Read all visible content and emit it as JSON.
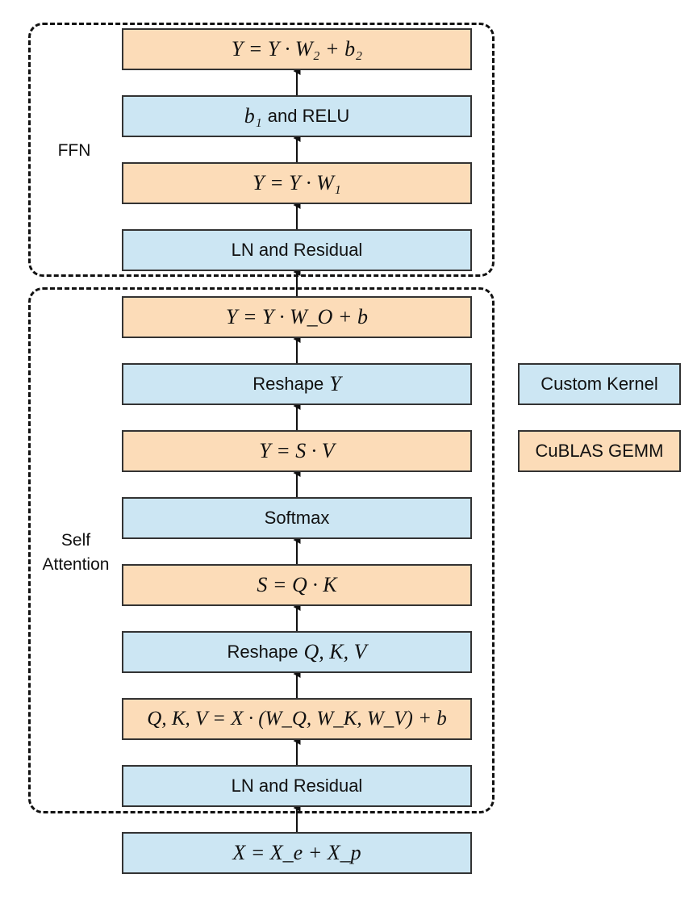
{
  "groups": {
    "ffn_label": "FFN",
    "attention_label": [
      "Self",
      "Attention"
    ]
  },
  "blocks": [
    {
      "id": "ffn-output-gemm",
      "kind": "gemm",
      "text": "Y = Y · W₂ + b₂"
    },
    {
      "id": "ffn-bias-relu",
      "kind": "kernel",
      "math": "b₁",
      "text": "and RELU"
    },
    {
      "id": "ffn-input-gemm",
      "kind": "gemm",
      "text": "Y = Y · W₁"
    },
    {
      "id": "ffn-ln-residual",
      "kind": "kernel",
      "text": "LN and Residual"
    },
    {
      "id": "attention-output-gemm",
      "kind": "gemm",
      "text": "Y = Y · W_O + b"
    },
    {
      "id": "reshape-y",
      "kind": "kernel",
      "text": "Reshape",
      "math": "Y"
    },
    {
      "id": "sv-gemm",
      "kind": "gemm",
      "text": "Y = S · V"
    },
    {
      "id": "softmax",
      "kind": "kernel",
      "text": "Softmax"
    },
    {
      "id": "qk-gemm",
      "kind": "gemm",
      "text": "S = Q · K"
    },
    {
      "id": "reshape-qkv",
      "kind": "kernel",
      "text": "Reshape",
      "math": "Q, K, V"
    },
    {
      "id": "qkv-projection-gemm",
      "kind": "gemm",
      "text": "Q, K, V = X · (W_Q, W_K, W_V) + b"
    },
    {
      "id": "attention-ln-residual",
      "kind": "kernel",
      "text": "LN and Residual"
    },
    {
      "id": "input-embedding",
      "kind": "kernel",
      "text": "X = X_e + X_p"
    }
  ],
  "legend": {
    "kernel_label": "Custom Kernel",
    "gemm_label": "CuBLAS GEMM"
  },
  "colors": {
    "kernel": "#cce6f3",
    "gemm": "#fcdcb8",
    "stroke": "#333333"
  }
}
